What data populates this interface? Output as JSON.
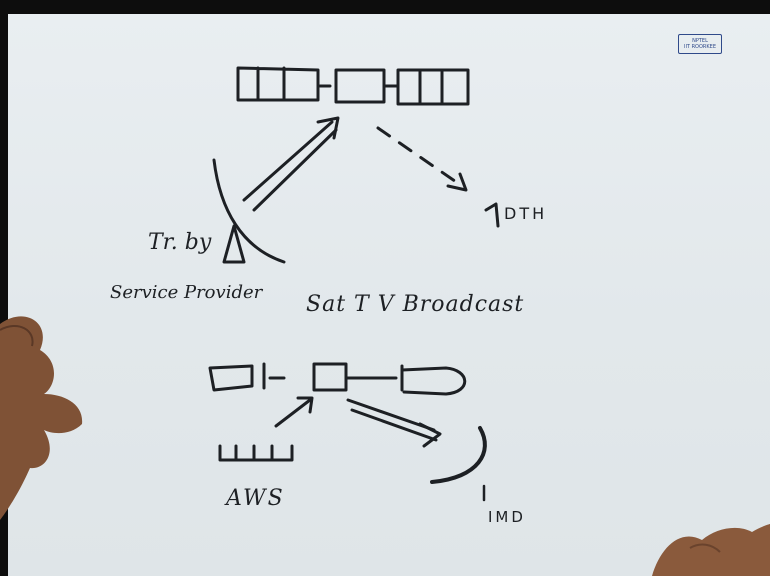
{
  "image": {
    "kind": "handwritten-lecture-sketch",
    "colors": {
      "paper": "#e6ebee",
      "ink": "#1d2024",
      "background": "#0d0d0d",
      "skin": "#8a5a3c",
      "stamp": "#2f4a8a"
    }
  },
  "labels": {
    "transmitter_line1": "Tr. by",
    "transmitter_line2": "Service Provider",
    "dth": "DTH",
    "caption": "Sat T V Broadcast",
    "aws": "AWS",
    "imd": "IMD"
  }
}
